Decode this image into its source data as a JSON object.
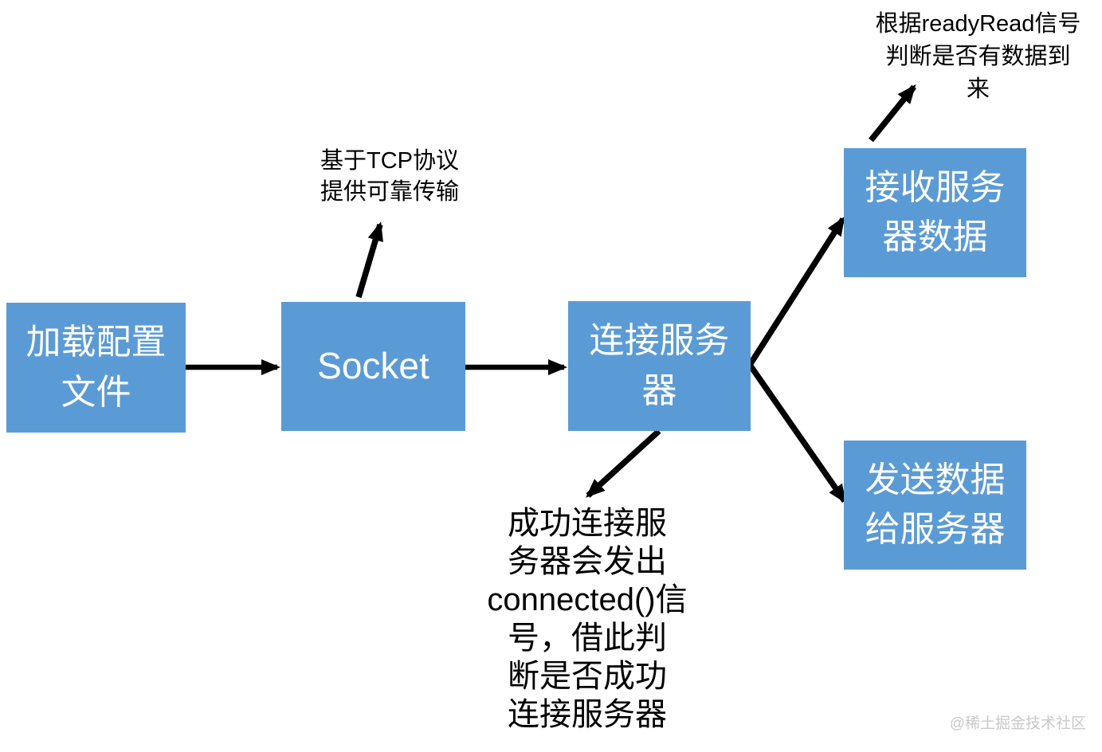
{
  "colors": {
    "node_fill": "#5b9bd5",
    "node_text": "#ffffff",
    "arrow": "#000000",
    "note_text": "#000000",
    "watermark_text": "#c9c9c9",
    "background": "#ffffff"
  },
  "nodes": [
    {
      "id": "load-config",
      "label": "加载配置\n文件"
    },
    {
      "id": "socket",
      "label": "Socket"
    },
    {
      "id": "connect-server",
      "label": "连接服务\n器"
    },
    {
      "id": "receive-data",
      "label": "接收服务\n器数据"
    },
    {
      "id": "send-data",
      "label": "发送数据\n给服务器"
    }
  ],
  "notes": [
    {
      "id": "tcp-note",
      "text": "基于TCP协议\n提供可靠传输"
    },
    {
      "id": "readyread-note",
      "text": "根据readyRead信号\n判断是否有数据到\n来"
    },
    {
      "id": "connected-note",
      "text": "成功连接服\n务器会发出\nconnected()信\n号，借此判\n断是否成功\n连接服务器"
    }
  ],
  "edges": [
    {
      "from": "load-config",
      "to": "socket"
    },
    {
      "from": "socket",
      "to": "connect-server"
    },
    {
      "from": "socket",
      "to": "tcp-note"
    },
    {
      "from": "connect-server",
      "to": "receive-data"
    },
    {
      "from": "connect-server",
      "to": "send-data"
    },
    {
      "from": "connect-server",
      "to": "connected-note"
    },
    {
      "from": "receive-data",
      "to": "readyread-note"
    }
  ],
  "watermark": "@稀土掘金技术社区"
}
